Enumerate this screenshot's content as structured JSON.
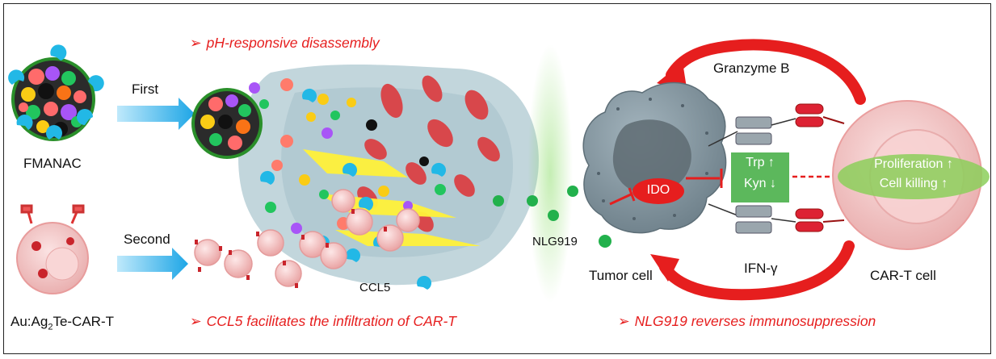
{
  "labels": {
    "fmanac": "FMANAC",
    "car_t_name_prefix": "Au:Ag",
    "car_t_name_sub": "2",
    "car_t_name_suffix": "Te-CAR-T",
    "first": "First",
    "second": "Second",
    "ccl5": "CCL5",
    "nlg919": "NLG919",
    "tumor_cell": "Tumor cell",
    "car_t_cell": "CAR-T cell",
    "granzyme_b": "Granzyme B",
    "ifn_gamma": "IFN-γ",
    "ido": "IDO",
    "trp": "Trp ↑",
    "kyn": "Kyn ↓",
    "proliferation": "Proliferation ↑",
    "cell_killing": "Cell killing ↑"
  },
  "headlines": {
    "marker": "➢",
    "ph_disassembly": "pH-responsive disassembly",
    "ccl5_infiltration": "CCL5 facilitates the infiltration of CAR-T",
    "nlg919_reverses": "NLG919 reverses immunosuppression"
  },
  "colors": {
    "accent_red": "#e61e1e",
    "blue_arrow": "#1ea6e6",
    "green_box": "#5cb85c",
    "tumor_gray": "#8a9aa2",
    "cart_pink": "#f4c6c6",
    "nlg_green": "#22b14c"
  }
}
